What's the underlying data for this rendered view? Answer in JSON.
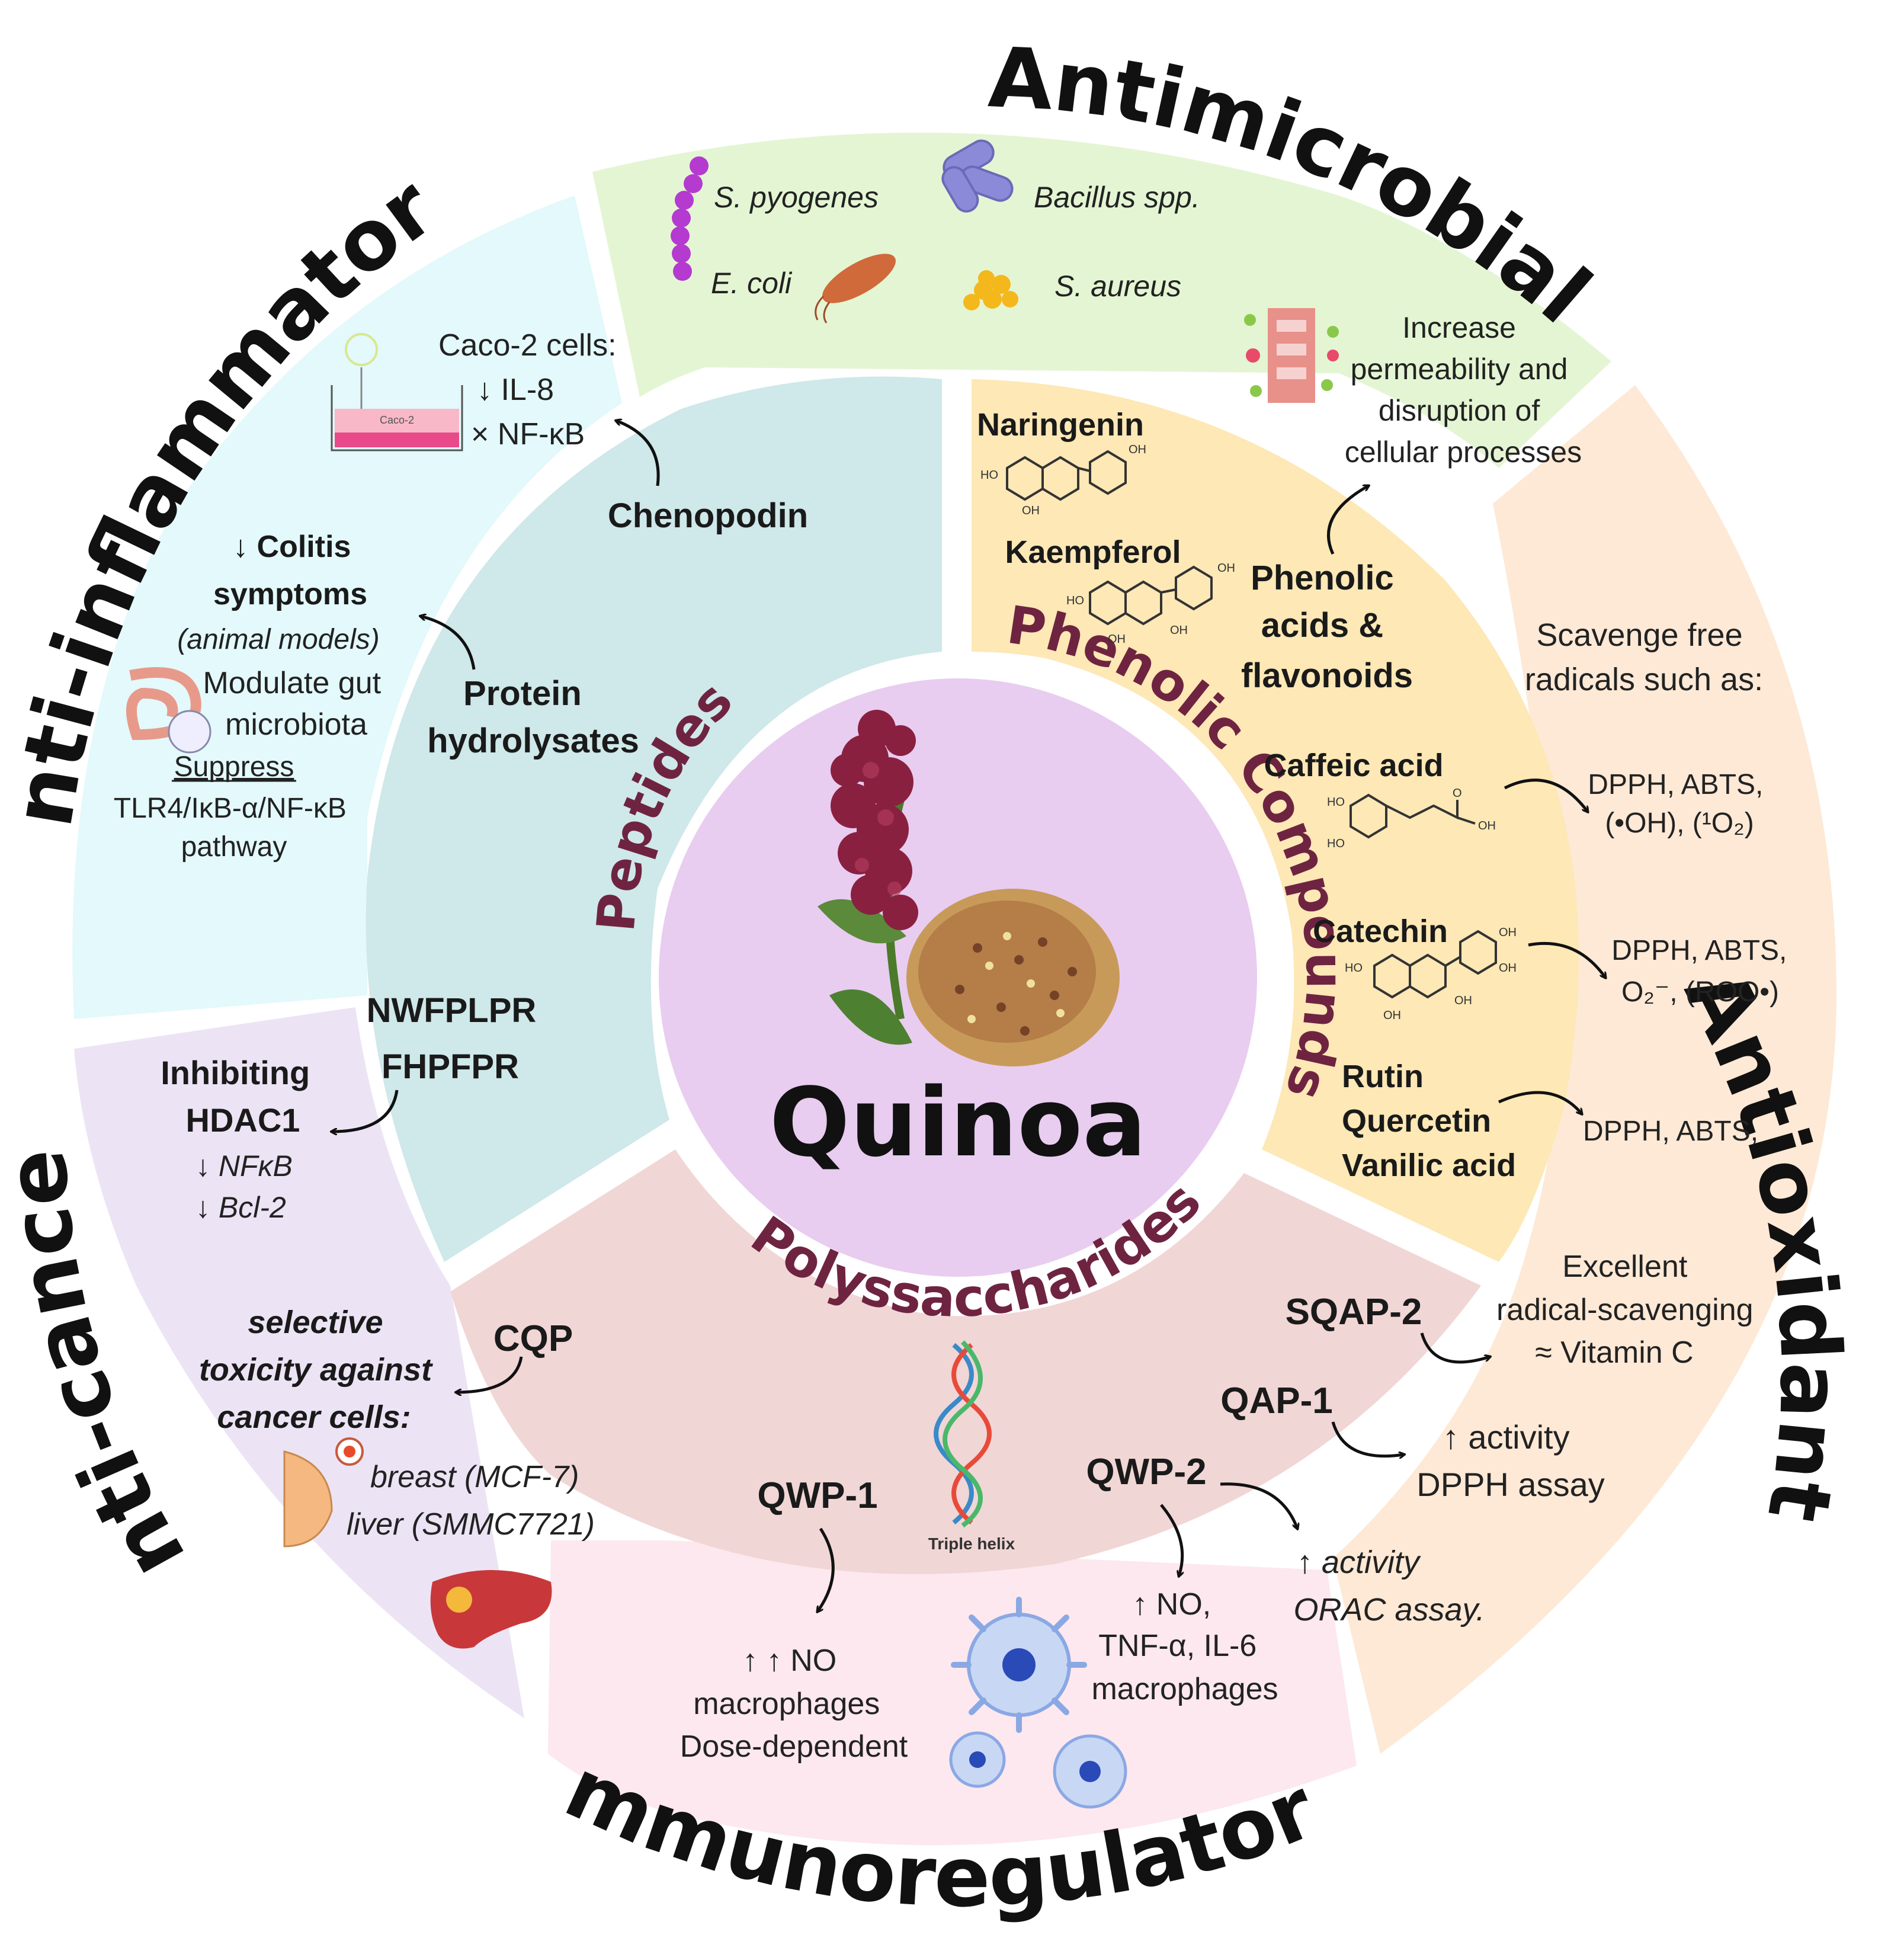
{
  "center": {
    "title": "Quinoa"
  },
  "inner_ring": {
    "peptides": "Peptides",
    "phenolic": "Phenolic Compounds",
    "polysaccharides": "Polyssaccharides"
  },
  "outer_ring": {
    "antimicrobial": "Antimicrobial",
    "antioxidant": "Antioxidant",
    "immunoregulatory": "Immunoregulatory",
    "anticancer": "Anti-cancer",
    "antiinflammatory": "Anti-inflammatory"
  },
  "antimicrobial": {
    "org1": "S. pyogenes",
    "org2": "Bacillus spp.",
    "org3": "E. coli",
    "org4": "S. aureus",
    "effect": [
      "Increase",
      "permeability and",
      "disruption of",
      "cellular processes"
    ]
  },
  "antiinflammatory": {
    "caco": [
      "Caco-2 cells:",
      "↓ IL-8",
      "× NF-κB"
    ],
    "caco_label": "Caco-2",
    "colitis": [
      "↓ Colitis",
      "symptoms"
    ],
    "animal": "(animal models)",
    "gut": [
      "Modulate gut",
      "microbiota"
    ],
    "suppress": "Suppress",
    "pathway": [
      "TLR4/IκB-α/NF-κB",
      "pathway"
    ]
  },
  "peptides": {
    "chenopodin": "Chenopodin",
    "hydrolysates": [
      "Protein",
      "hydrolysates"
    ],
    "seq": [
      "NWFPLPR",
      "FHPFPR"
    ]
  },
  "anticancer": {
    "hdac": [
      "Inhibiting",
      "HDAC1"
    ],
    "targets": [
      "↓ NFκB",
      "↓ Bcl-2"
    ],
    "selective": [
      "selective",
      "toxicity against",
      "cancer cells:"
    ],
    "cells": [
      "breast (MCF-7)",
      "liver (SMMC7721)"
    ]
  },
  "phenolic": {
    "naringenin": "Naringenin",
    "kaempferol": "Kaempferol",
    "group": [
      "Phenolic",
      "acids &",
      "flavonoids"
    ],
    "caffeic": "Caffeic acid",
    "catechin": "Catechin",
    "rqv": [
      "Rutin",
      "Quercetin",
      "Vanilic acid"
    ]
  },
  "antioxidant": {
    "scavenge": [
      "Scavenge free",
      "radicals such as:"
    ],
    "r1": [
      "DPPH, ABTS,",
      "(•OH), (¹O₂)"
    ],
    "r2": [
      "DPPH, ABTS,",
      "O₂⁻, (ROO•)"
    ],
    "r3": "DPPH, ABTS,",
    "excellent": [
      "Excellent",
      "radical-scavenging",
      "≈ Vitamin C"
    ],
    "qap": [
      "↑ activity",
      "DPPH assay"
    ],
    "orac": [
      "↑ activity",
      "ORAC assay."
    ]
  },
  "polysaccharides": {
    "cqp": "CQP",
    "sqap": "SQAP-2",
    "qap1": "QAP-1",
    "qwp1": "QWP-1",
    "qwp2": "QWP-2",
    "helix": "Triple helix"
  },
  "immunoregulatory": {
    "qwp1_effect": [
      "↑ ↑ NO",
      "macrophages",
      "Dose-dependent"
    ],
    "qwp2_effect": [
      "↑  NO,",
      "TNF-α, IL-6",
      "macrophages"
    ]
  },
  "chem": {
    "ho": "HO",
    "oh": "OH",
    "o": "O"
  },
  "colors": {
    "antimicrobial": "#e4f5d3",
    "antiinflammatory": "#e3f9fb",
    "anticancer": "#ece4f5",
    "immunoregulatory": "#fce8ee",
    "antioxidant": "#fde9d6",
    "peptides": "#cfe8ea",
    "phenolic": "#fde8b6",
    "polysaccharides": "#f1d6d6",
    "center": "#e8cdf0",
    "accent": "#6e2440"
  }
}
